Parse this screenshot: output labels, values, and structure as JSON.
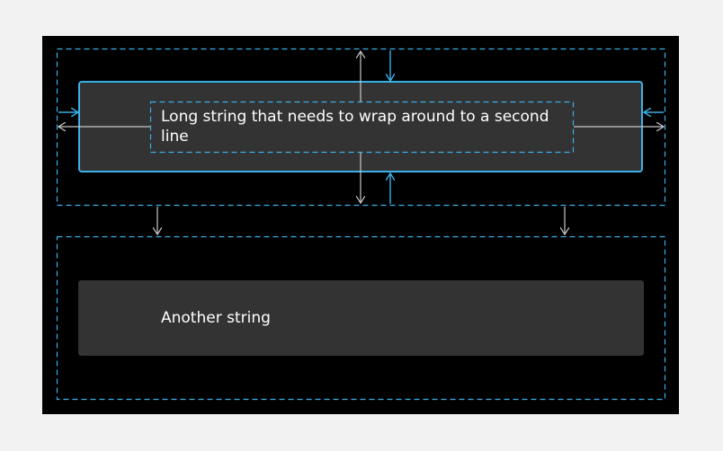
{
  "colors": {
    "page_background": "#f2f2f2",
    "canvas_background": "#000000",
    "cell_fill": "#333333",
    "focus_accent": "#3ab0e8",
    "measure_line": "#c8c8c8",
    "text": "#ffffff"
  },
  "cells": [
    {
      "label": "Long string that needs to wrap around to a second line",
      "state": "focused"
    },
    {
      "label": "Another string",
      "state": "default"
    }
  ],
  "annotations": {
    "dashed_outline_color": "#3ab0e8",
    "arrow_color_inner": "#3ab0e8",
    "arrow_color_outer": "#c8c8c8"
  }
}
